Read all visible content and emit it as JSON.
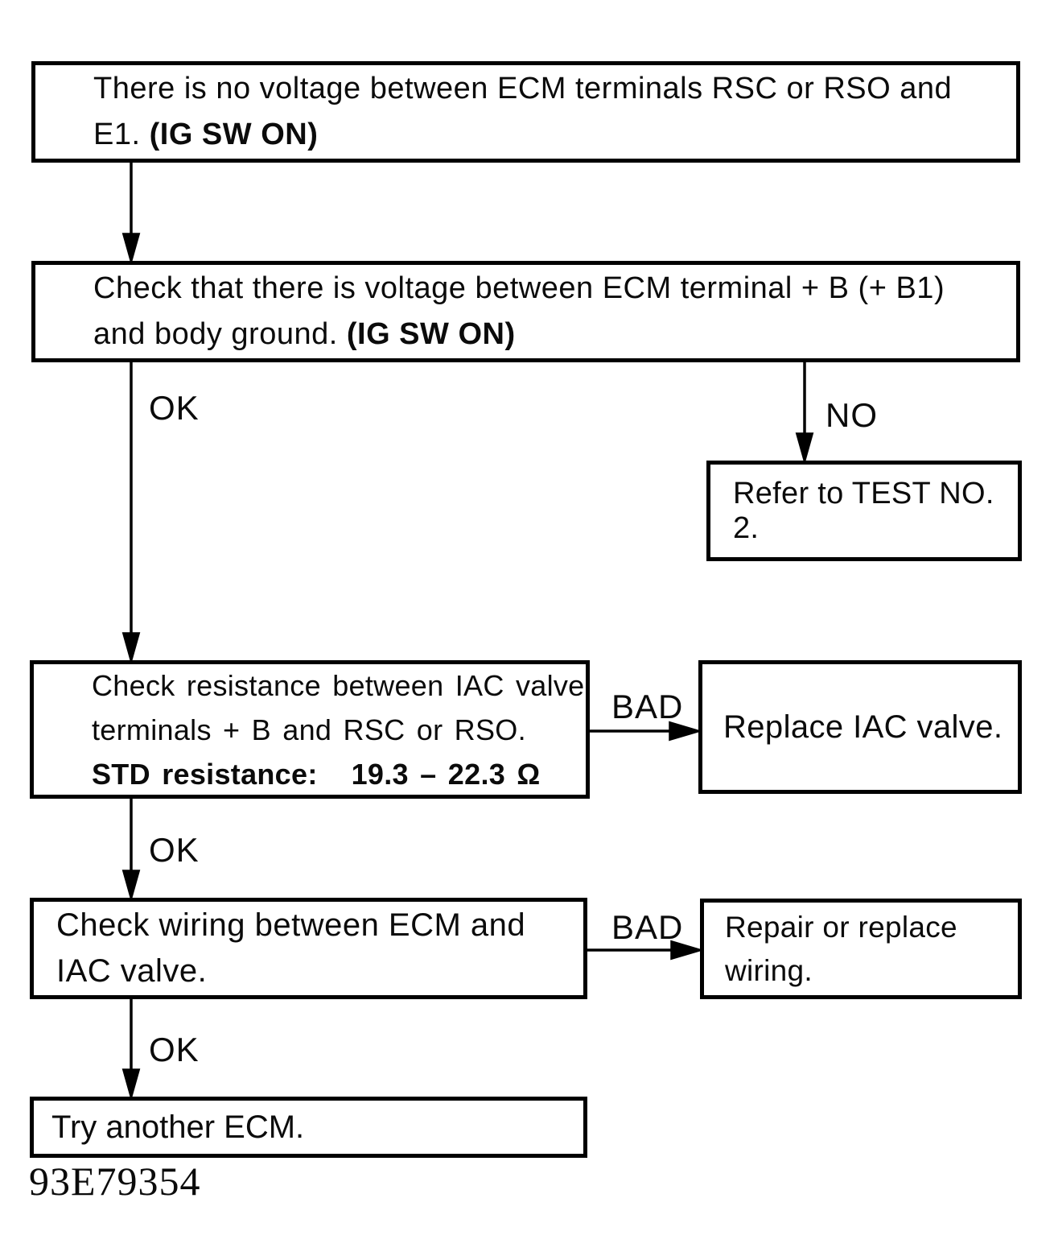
{
  "flowchart": {
    "nodes": {
      "start": {
        "line1": "There is no voltage between ECM terminals RSC or RSO and",
        "line2": "E1. ",
        "line2_bold": "(IG SW ON)"
      },
      "check_voltage": {
        "line1": "Check that there is voltage between ECM terminal + B (+ B1)",
        "line2": "and body ground. ",
        "line2_bold": "(IG SW ON)"
      },
      "refer_test": {
        "text": "Refer to TEST NO. 2."
      },
      "check_resistance": {
        "line1": "Check resistance between IAC valve",
        "line2": "terminals + B and RSC or RSO.",
        "std_label": "STD resistance:",
        "std_value": "19.3 – 22.3 Ω"
      },
      "replace_iac": {
        "text": "Replace IAC valve."
      },
      "check_wiring": {
        "line1": "Check wiring between ECM and",
        "line2": "IAC valve."
      },
      "repair_wiring": {
        "line1": "Repair or replace",
        "line2": "wiring."
      },
      "try_ecm": {
        "text": "Try another ECM."
      }
    },
    "edge_labels": {
      "ok": "OK",
      "no": "NO",
      "bad": "BAD"
    },
    "figure_code": "93E79354",
    "colors": {
      "line": "#000000",
      "background": "#ffffff"
    }
  }
}
